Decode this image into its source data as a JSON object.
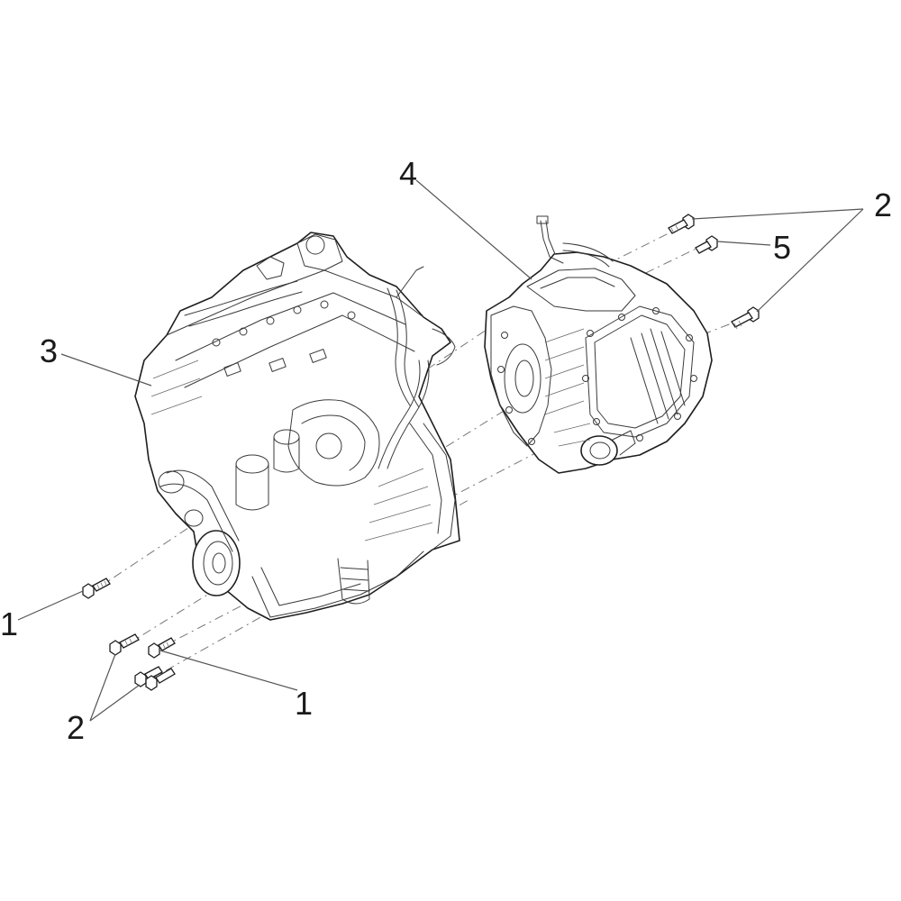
{
  "callouts": {
    "c1_left": "1",
    "c1_bottom": "1",
    "c2_bottom": "2",
    "c2_top": "2",
    "c3": "3",
    "c4": "4",
    "c5": "5"
  },
  "parts": {
    "engine_icon": "engine-assembly-icon",
    "transmission_icon": "transmission-assembly-icon",
    "bolt_icon": "bolt-icon"
  },
  "colors": {
    "line": "#1e1e1e",
    "background": "#ffffff"
  }
}
